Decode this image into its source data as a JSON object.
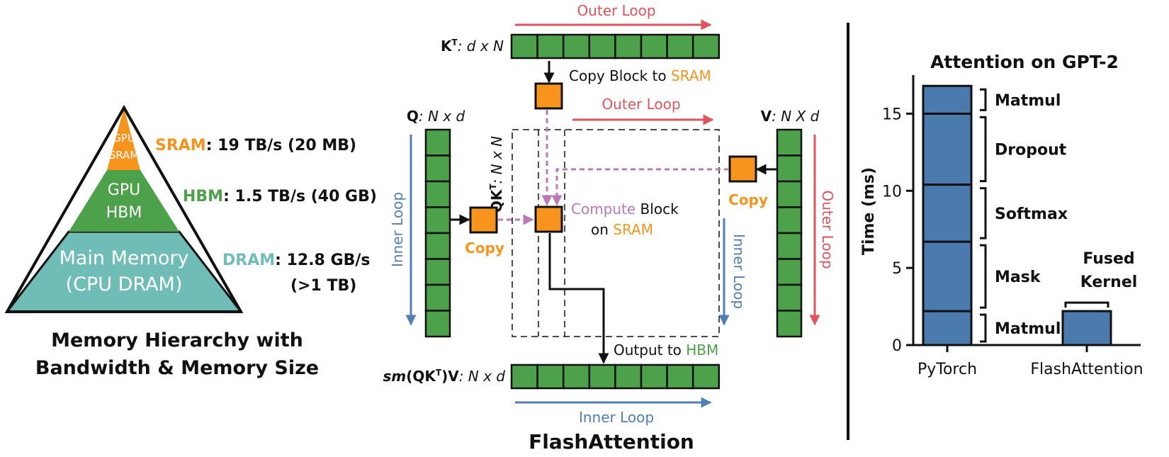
{
  "colors": {
    "sram": "#F7941D",
    "hbm": "#4CA14A",
    "dram": "#6FBDB6",
    "outer_loop": "#E0545B",
    "inner_loop": "#4F7FB5",
    "copy_path": "#B97AB5",
    "bar": "#4A7AAE",
    "block_green": "#4CA14A",
    "block_orange": "#F7941D"
  },
  "hierarchy": {
    "tiers": [
      {
        "line1": "GPU",
        "line2": "SRAM"
      },
      {
        "line1": "GPU",
        "line2": "HBM"
      },
      {
        "line1": "Main Memory",
        "line2": "(CPU DRAM)"
      }
    ],
    "labels": [
      {
        "name": "SRAM",
        "value": ": 19 TB/s (20 MB)"
      },
      {
        "name": "HBM",
        "value": ": 1.5 TB/s (40 GB)"
      },
      {
        "name": "DRAM",
        "value": ": 12.8 GB/s",
        "value2": "(>1 TB)"
      }
    ],
    "caption_line1": "Memory Hierarchy with",
    "caption_line2": "Bandwidth & Memory Size"
  },
  "flash": {
    "outer_loop_top": "Outer Loop",
    "outer_loop_mid": "Outer Loop",
    "outer_loop_right": "Outer Loop",
    "inner_loop_left": "Inner Loop",
    "inner_loop_right": "Inner Loop",
    "inner_loop_bottom": "Inner Loop",
    "kt_label": "K",
    "kt_sup": "T",
    "kt_dims": ": d x N",
    "q_label": "Q",
    "q_dims": ": N x d",
    "v_label": "V",
    "v_dims": ": N X d",
    "qkt_label": "QK",
    "qkt_sup": "T",
    "qkt_dims": ": N x N",
    "copy_block_text": "Copy Block to ",
    "copy_block_target": "SRAM",
    "copy_left": "Copy",
    "copy_right": "Copy",
    "compute_word": "Compute",
    "compute_rest": " Block",
    "compute_on": "on ",
    "compute_sram": "SRAM",
    "output_text": "Output to ",
    "output_target": "HBM",
    "out_sm": "sm",
    "out_paren_open": "(QK",
    "out_sup": "T",
    "out_paren_close": ")V",
    "out_dims": ": N x d",
    "title": "FlashAttention"
  },
  "chart_data": {
    "type": "bar",
    "title": "Attention on GPT-2",
    "xlabel": "",
    "ylabel": "Time (ms)",
    "ylim": [
      0,
      17.5
    ],
    "yticks": [
      0,
      5,
      10,
      15
    ],
    "grid": false,
    "categories": [
      "PyTorch",
      "FlashAttention"
    ],
    "stacks": [
      {
        "category": "PyTorch",
        "segments": [
          {
            "name": "Matmul",
            "value": 2.2
          },
          {
            "name": "Mask",
            "value": 4.5
          },
          {
            "name": "Softmax",
            "value": 3.7
          },
          {
            "name": "Dropout",
            "value": 4.6
          },
          {
            "name": "Matmul",
            "value": 1.8
          }
        ]
      },
      {
        "category": "FlashAttention",
        "segments": [
          {
            "name": "Fused Kernel",
            "value": 2.2
          }
        ]
      }
    ],
    "annotation_fused_line1": "Fused",
    "annotation_fused_line2": "Kernel"
  }
}
